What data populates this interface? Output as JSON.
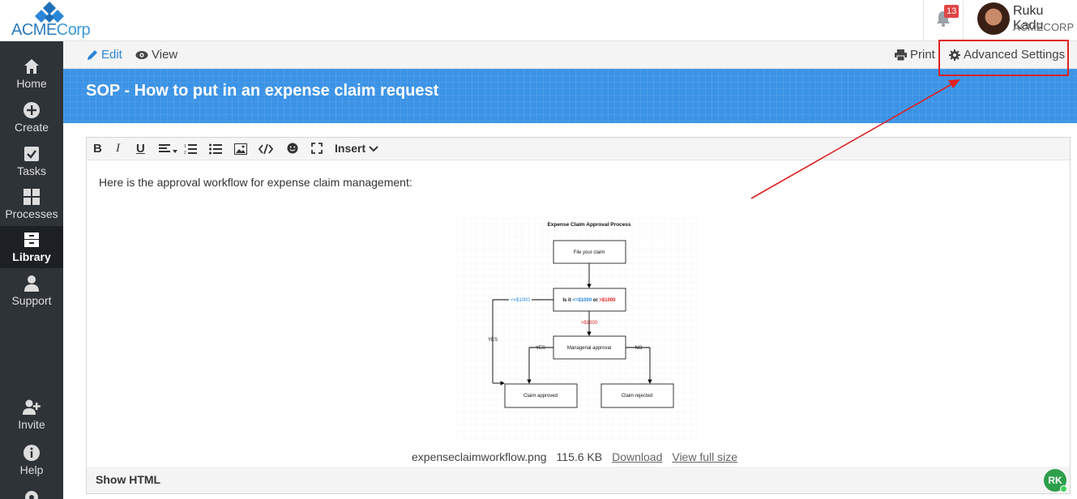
{
  "brand": {
    "name_a": "ACME",
    "name_b": "Corp"
  },
  "notifications": {
    "count": "13"
  },
  "user": {
    "name": "Ruku Kadu",
    "org": "ACMECORP",
    "initials": "RK"
  },
  "sidebar": {
    "items": [
      {
        "label": "Home",
        "icon": "home-icon"
      },
      {
        "label": "Create",
        "icon": "plus-circle-icon"
      },
      {
        "label": "Tasks",
        "icon": "checkbox-icon"
      },
      {
        "label": "Processes",
        "icon": "grid-icon"
      },
      {
        "label": "Library",
        "icon": "archive-icon",
        "active": true
      },
      {
        "label": "Support",
        "icon": "person-icon"
      },
      {
        "label": "Invite",
        "icon": "add-user-icon"
      },
      {
        "label": "Help",
        "icon": "info-icon"
      }
    ]
  },
  "actions": {
    "edit": "Edit",
    "view": "View",
    "print": "Print",
    "advanced": "Advanced Settings"
  },
  "page": {
    "title": "SOP - How to put in an expense claim request"
  },
  "editor": {
    "toolbar": {
      "insert": "Insert"
    },
    "body_text": "Here is the approval workflow for expense claim management:",
    "footer": "Show HTML"
  },
  "diagram": {
    "title": "Expense Claim Approval Process",
    "file_claim": "File your claim",
    "question_a": "Is it",
    "question_low": "<=$1000",
    "question_or": "or",
    "question_high": ">$1000",
    "left_label": "<=$1000",
    "down_label": ">$1000",
    "yes_side": "YES",
    "manager": "Managerial approval",
    "yes": "YES",
    "no": "NO",
    "approved": "Claim approved",
    "rejected": "Claim rejected"
  },
  "attachment": {
    "filename": "expenseclaimworkflow.png",
    "size": "115.6 KB",
    "download": "Download",
    "full": "View full size"
  },
  "colors": {
    "accent": "#3b93e6",
    "sidebar": "#2e3338",
    "annotation": "#e02020"
  }
}
